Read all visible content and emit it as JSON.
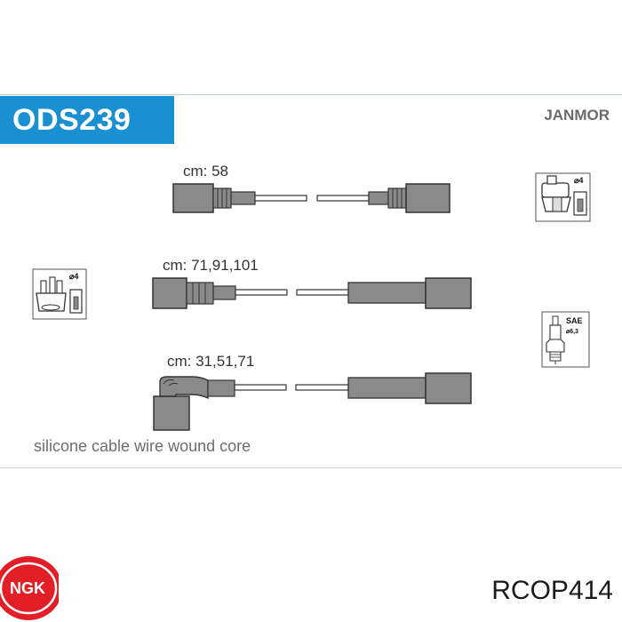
{
  "header": {
    "code": "ODS239",
    "brand": "JANMOR"
  },
  "leads": [
    {
      "length_label": "cm: 58"
    },
    {
      "length_label": "cm: 71,91,101"
    },
    {
      "length_label": "cm: 31,51,71"
    }
  ],
  "icons": {
    "coil_top_label": "⌀4",
    "distributor_label": "⌀4",
    "spark_plug_type": "SAE",
    "spark_plug_size": "⌀6,3"
  },
  "description": "silicone cable wire wound core",
  "footer": {
    "logo_text": "NGK",
    "part_number": "RCOP414"
  },
  "colors": {
    "title_bg": "#1a8fd2",
    "boot_fill": "#8a8a8a",
    "logo_red": "#e21f26"
  }
}
